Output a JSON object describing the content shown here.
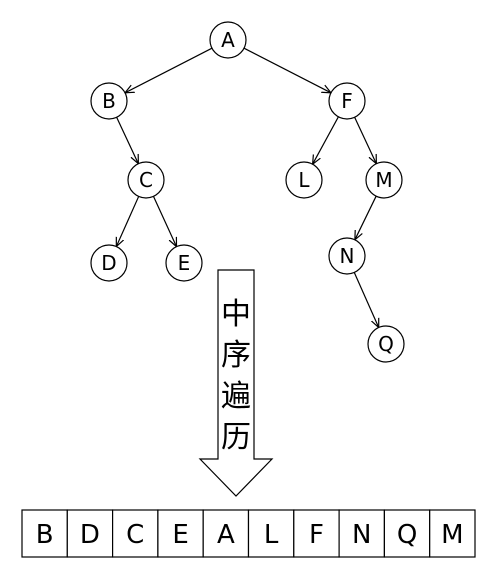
{
  "tree": {
    "nodes": [
      {
        "id": "A",
        "label": "A"
      },
      {
        "id": "B",
        "label": "B"
      },
      {
        "id": "F",
        "label": "F"
      },
      {
        "id": "C",
        "label": "C"
      },
      {
        "id": "L",
        "label": "L"
      },
      {
        "id": "M",
        "label": "M"
      },
      {
        "id": "D",
        "label": "D"
      },
      {
        "id": "E",
        "label": "E"
      },
      {
        "id": "N",
        "label": "N"
      },
      {
        "id": "Q",
        "label": "Q"
      }
    ],
    "edges": [
      {
        "from": "A",
        "to": "B"
      },
      {
        "from": "A",
        "to": "F"
      },
      {
        "from": "B",
        "to": "C"
      },
      {
        "from": "C",
        "to": "D"
      },
      {
        "from": "C",
        "to": "E"
      },
      {
        "from": "F",
        "to": "L"
      },
      {
        "from": "F",
        "to": "M"
      },
      {
        "from": "M",
        "to": "N"
      },
      {
        "from": "N",
        "to": "Q"
      }
    ]
  },
  "arrow": {
    "chars": [
      "中",
      "序",
      "遍",
      "历"
    ]
  },
  "traversal": {
    "cells": [
      "B",
      "D",
      "C",
      "E",
      "A",
      "L",
      "F",
      "N",
      "Q",
      "M"
    ]
  }
}
